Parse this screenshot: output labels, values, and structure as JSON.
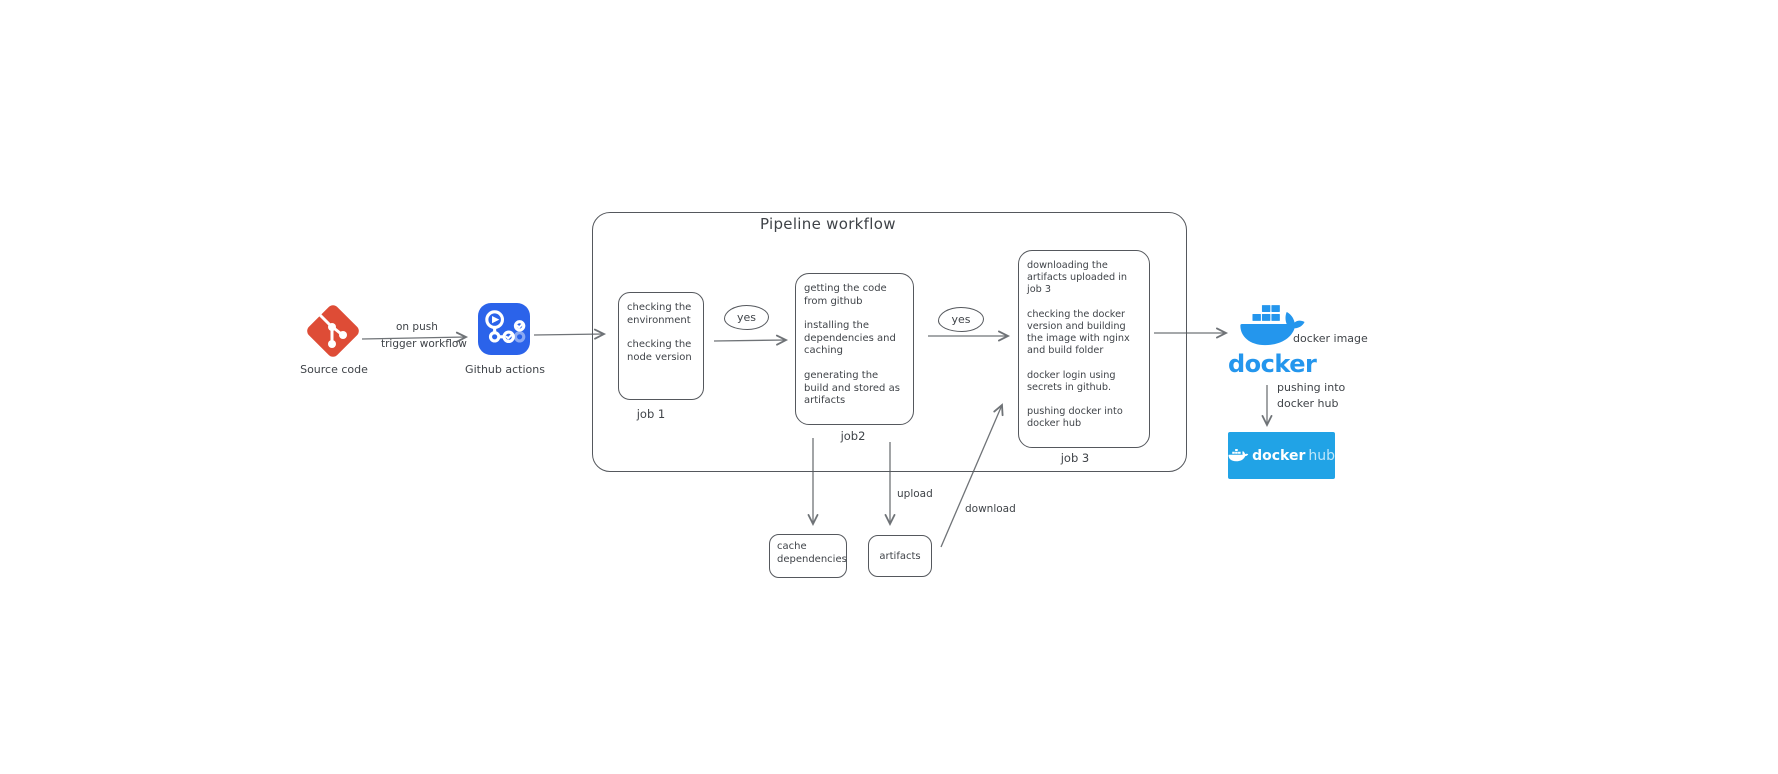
{
  "colors": {
    "ink": "#3f4348",
    "stroke": "#55585d",
    "arrow": "#6f7377",
    "git_red": "#de4c36",
    "actions_blue": "#2b63ea",
    "docker_blue": "#2496ed",
    "hub_bg": "#21a3e6"
  },
  "source_code": {
    "label": "Source code"
  },
  "trigger": {
    "line1": "on push",
    "line2": "trigger workflow"
  },
  "github_actions": {
    "label": "Github actions"
  },
  "pipeline": {
    "title": "Pipeline workflow",
    "decision1": "yes",
    "decision2": "yes",
    "job1": {
      "label": "job 1",
      "p1": "checking the environment",
      "p2": "checking the node version"
    },
    "job2": {
      "label": "job2",
      "p1": "getting the code from github",
      "p2": "installing the dependencies and caching",
      "p3": "generating the build and stored as artifacts"
    },
    "job3": {
      "label": "job 3",
      "p1": "downloading the artifacts uploaded in job 3",
      "p2": "checking the docker version and building the image with nginx and build folder",
      "p3": "docker login using secrets in github.",
      "p4": "pushing docker into docker hub"
    }
  },
  "cache_box": {
    "label": "cache dependencies"
  },
  "artifacts_box": {
    "label": "artifacts"
  },
  "upload_label": "upload",
  "download_label": "download",
  "docker": {
    "image_label": "docker image",
    "wordmark": "docker",
    "push1": "pushing into",
    "push2": "docker hub",
    "hub_docker": "docker",
    "hub_hub": "hub"
  }
}
